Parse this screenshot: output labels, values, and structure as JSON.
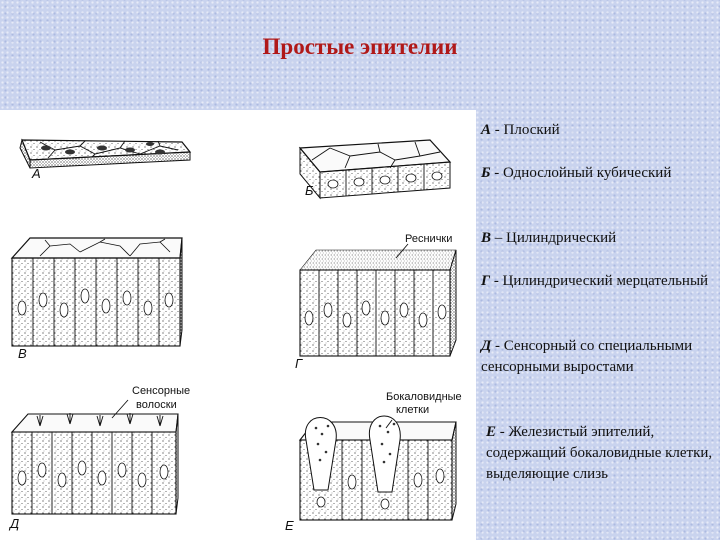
{
  "title": "Простые эпителии",
  "figure": {
    "panel_letters": [
      "А",
      "Б",
      "В",
      "Г",
      "Д",
      "Е"
    ],
    "labels": {
      "cilia": "Реснички",
      "sensory_hairs_1": "Сенсорные",
      "sensory_hairs_2": "волоски",
      "goblet_cells_1": "Бокаловидные",
      "goblet_cells_2": "клетки"
    }
  },
  "captions": [
    {
      "letter": "А",
      "text": " - Плоский"
    },
    {
      "letter": "Б",
      "text": " - Однослойный кубический"
    },
    {
      "letter": "В",
      "text": " – Цилиндрический"
    },
    {
      "letter": "Г",
      "text": " - Цилиндрический мерцательный"
    },
    {
      "letter": "Д",
      "text": " - Сенсорный со специальными сенсорными выростами"
    },
    {
      "letter": "Е",
      "text": " - Железистый эпителий, содержащий бокаловидные клетки, выделяющие слизь"
    }
  ],
  "colors": {
    "title": "#b01818",
    "background": "#c9d3ee"
  }
}
